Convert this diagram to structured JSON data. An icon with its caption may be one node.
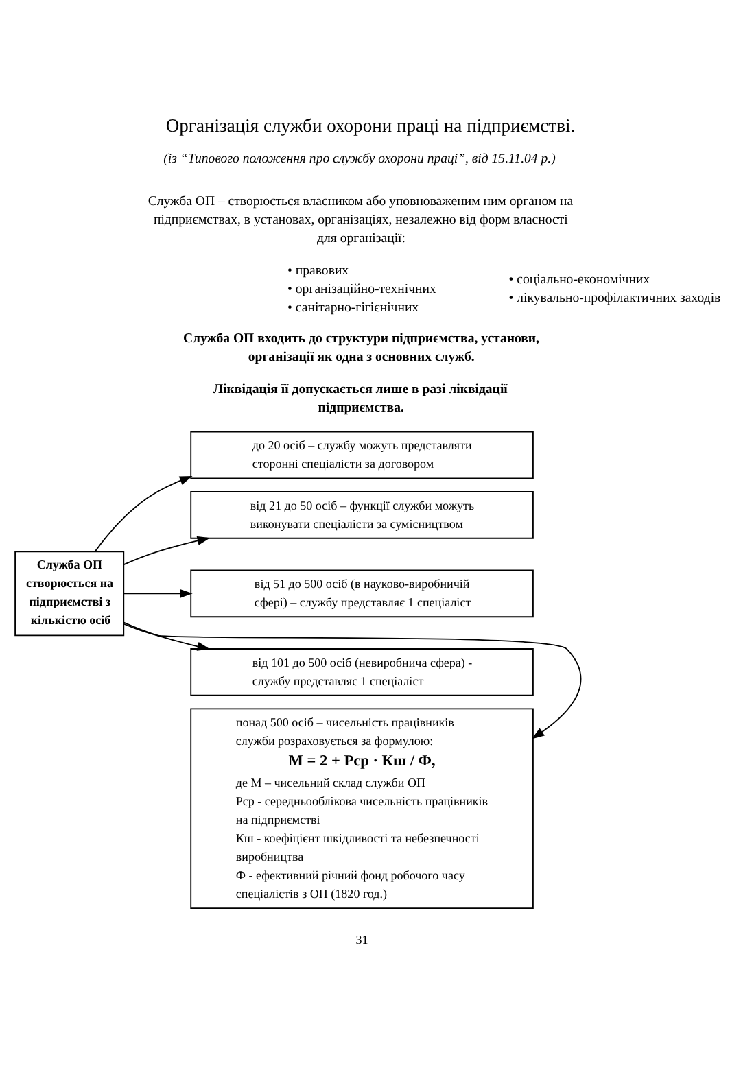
{
  "diagram": {
    "title": "Організація служби охорони праці на підприємстві.",
    "nodes": [
      {
        "text": [
          "Служба ОП створюється на підприємстві з кількістю осіб"
        ]
      },
      {
        "text": [
          "до 20 осіб – службу можуть представляти сторонні спеціалісти за договором"
        ]
      },
      {
        "text": [
          "від 21 до 50 осіб – функції служби можуть виконувати спеціалісти за сумісництвом"
        ]
      },
      {
        "text": [
          "від 51 до 500 осіб (в науково-виробничій сфері) – службу представляє 1 спеціаліст"
        ]
      },
      {
        "text": [
          "від 101 до 500 осіб (невиробнича сфера) - службу представляє 1 спеціаліст"
        ]
      },
      {
        "text": [
          "понад 500 осіб – чисельність працівників служби розраховується за формулою:",
          "М = 2 + Рср · Кш / Ф,",
          "де М – чисельний склад служби ОП",
          "Рср - середньооблікова чисельність працівників на підприємстві",
          "Кш - коефіцієнт шкідливості та небезпечності виробництва",
          "Ф - ефективний річний фонд робочого часу спеціалістів з ОП (1820 год.)"
        ]
      }
    ],
    "edges": [
      {
        "from": 0,
        "to": 1,
        "arrow": "to"
      },
      {
        "from": 0,
        "to": 2,
        "arrow": "to"
      },
      {
        "from": 0,
        "to": 3,
        "arrow": "to"
      },
      {
        "from": 0,
        "to": 4,
        "arrow": "to"
      },
      {
        "from": 0,
        "to": 5,
        "arrow": "to"
      }
    ],
    "labels": [
      "(із “Типового положення про службу охорони праці”, від 15.11.04 р.)",
      "Служба ОП – створюється власником або уповноваженим ним органом на підприємствах, в установах, організаціях, незалежно від форм власності для організації:",
      "• правових",
      "• організаційно-технічних",
      "• санітарно-гігієнічних",
      "• соціально-економічних",
      "• лікувально-профілактичних заходів",
      "Служба ОП входить до структури підприємства, установи, організації як одна з основних служб.",
      "Ліквідація її допускається лише в разі ліквідації підприємства.",
      "31"
    ]
  }
}
